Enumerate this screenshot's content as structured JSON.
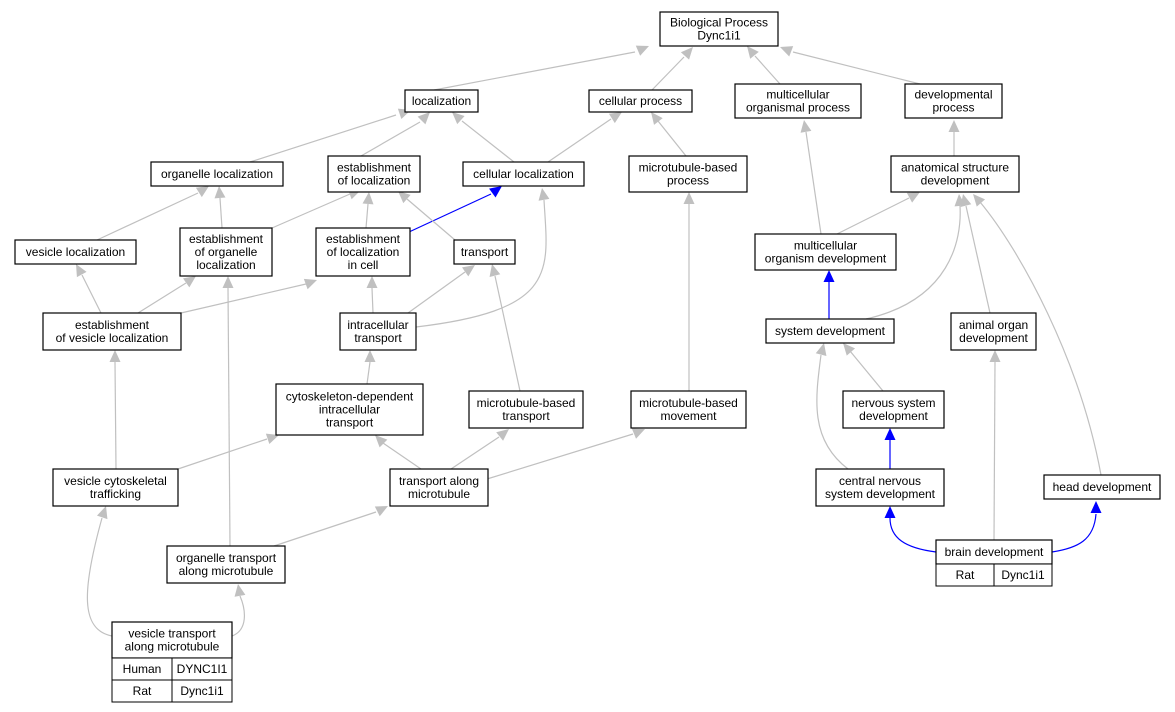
{
  "colors": {
    "gray_edge": "#c0c0c0",
    "blue_edge": "#0000ff",
    "human": "#ff6347",
    "rat": "#ffd700"
  },
  "nodes": {
    "bp": [
      "Biological Process",
      "Dync1i1"
    ],
    "loc": [
      "localization"
    ],
    "cell_proc": [
      "cellular process"
    ],
    "multi_proc": [
      "multicellular",
      "organismal process"
    ],
    "dev_proc": [
      "developmental",
      "process"
    ],
    "org_loc": [
      "organelle localization"
    ],
    "est_loc": [
      "establishment",
      "of localization"
    ],
    "cell_loc": [
      "cellular localization"
    ],
    "mt_proc": [
      "microtubule-based",
      "process"
    ],
    "anat_dev": [
      "anatomical structure",
      "development"
    ],
    "ves_loc": [
      "vesicle localization"
    ],
    "est_org_loc": [
      "establishment",
      "of organelle",
      "localization"
    ],
    "est_loc_cell": [
      "establishment",
      "of localization",
      "in cell"
    ],
    "transport": [
      "transport"
    ],
    "multi_org_dev": [
      "multicellular",
      "organism development"
    ],
    "est_ves_loc": [
      "establishment",
      "of vesicle localization"
    ],
    "intra_transport": [
      "intracellular",
      "transport"
    ],
    "sys_dev": [
      "system development"
    ],
    "animal_organ": [
      "animal organ",
      "development"
    ],
    "cyto_transport": [
      "cytoskeleton-dependent",
      "intracellular",
      "transport"
    ],
    "mt_transport": [
      "microtubule-based",
      "transport"
    ],
    "mt_movement": [
      "microtubule-based",
      "movement"
    ],
    "nerv_dev": [
      "nervous system",
      "development"
    ],
    "ves_cyto": [
      "vesicle cytoskeletal",
      "trafficking"
    ],
    "transport_mt": [
      "transport along",
      "microtubule"
    ],
    "cns_dev": [
      "central nervous",
      "system development"
    ],
    "head_dev": [
      "head development"
    ],
    "org_transport_mt": [
      "organelle transport",
      "along microtubule"
    ],
    "brain_dev": [
      "brain development"
    ],
    "ves_transport_mt": [
      "vesicle transport",
      "along microtubule"
    ]
  },
  "annotations": {
    "ves_transport_mt": [
      {
        "species": "Human",
        "gene": "DYNC1I1",
        "color": "#ff6347"
      },
      {
        "species": "Rat",
        "gene": "Dync1i1",
        "color": "#ffd700"
      }
    ],
    "brain_dev": [
      {
        "species": "Rat",
        "gene": "Dync1i1",
        "color": "#ffd700"
      }
    ]
  }
}
